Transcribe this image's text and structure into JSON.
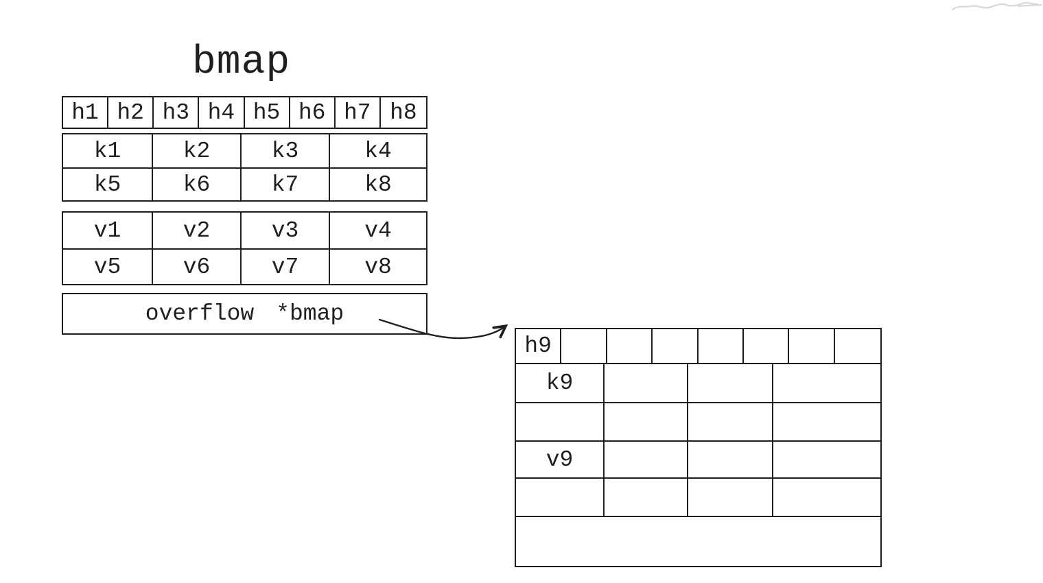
{
  "diagram_title": "bmap",
  "colors": {
    "ink": "#1f1f1f",
    "background": "#ffffff",
    "faint_mark": "#d6dade"
  },
  "bucket1": {
    "header_cells": [
      "h1",
      "h2",
      "h3",
      "h4",
      "h5",
      "h6",
      "h7",
      "h8"
    ],
    "key_rows": [
      [
        "k1",
        "k2",
        "k3",
        "k4"
      ],
      [
        "k5",
        "k6",
        "k7",
        "k8"
      ]
    ],
    "value_rows": [
      [
        "v1",
        "v2",
        "v3",
        "v4"
      ],
      [
        "v5",
        "v6",
        "v7",
        "v8"
      ]
    ],
    "overflow_label": "overflow",
    "overflow_pointer": "*bmap"
  },
  "bucket2": {
    "header_cells": [
      "h9",
      "",
      "",
      "",
      "",
      "",
      "",
      ""
    ],
    "key_rows": [
      [
        "k9",
        "",
        "",
        ""
      ],
      [
        "",
        "",
        "",
        ""
      ]
    ],
    "value_rows": [
      [
        "v9",
        "",
        "",
        ""
      ],
      [
        "",
        "",
        "",
        ""
      ]
    ],
    "overflow_label": "",
    "overflow_pointer": ""
  }
}
